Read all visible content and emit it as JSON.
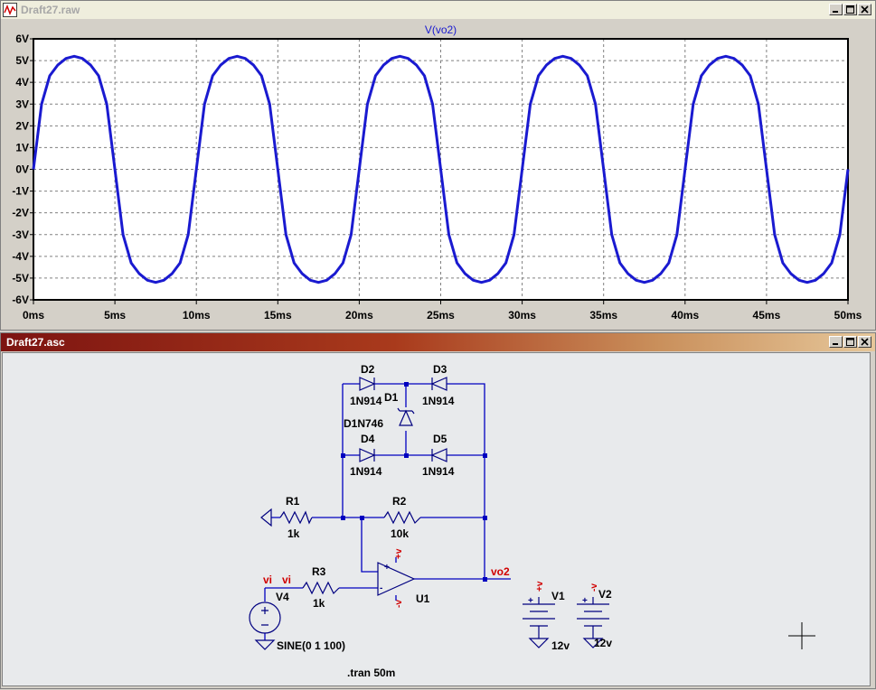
{
  "plot_window": {
    "title": "Draft27.raw",
    "trace_label": "V(vo2)"
  },
  "schematic_window": {
    "title": "Draft27.asc"
  },
  "colors": {
    "trace": "#1a1ad0",
    "wire": "#0000c0",
    "net_label": "#d00000",
    "component": "#000080"
  },
  "chart_data": {
    "type": "line",
    "title": "V(vo2)",
    "x_ticks": [
      "0ms",
      "5ms",
      "10ms",
      "15ms",
      "20ms",
      "25ms",
      "30ms",
      "35ms",
      "40ms",
      "45ms",
      "50ms"
    ],
    "y_ticks": [
      "6V",
      "5V",
      "4V",
      "3V",
      "2V",
      "1V",
      "0V",
      "-1V",
      "-2V",
      "-3V",
      "-4V",
      "-5V",
      "-6V"
    ],
    "xlim": [
      0,
      50
    ],
    "ylim": [
      -6,
      6
    ],
    "grid": true,
    "series": [
      {
        "x": [
          0,
          0.5,
          1,
          1.5,
          2,
          2.5,
          3,
          3.5,
          4,
          4.5,
          5,
          5.5,
          6,
          6.5,
          7,
          7.5,
          8,
          8.5,
          9,
          9.5,
          10,
          10.5,
          11,
          11.5,
          12,
          12.5,
          13,
          13.5,
          14,
          14.5,
          15,
          15.5,
          16,
          16.5,
          17,
          17.5,
          18,
          18.5,
          19,
          19.5,
          20,
          20.5,
          21,
          21.5,
          22,
          22.5,
          23,
          23.5,
          24,
          24.5,
          25,
          25.5,
          26,
          26.5,
          27,
          27.5,
          28,
          28.5,
          29,
          29.5,
          30,
          30.5,
          31,
          31.5,
          32,
          32.5,
          33,
          33.5,
          34,
          34.5,
          35,
          35.5,
          36,
          36.5,
          37,
          37.5,
          38,
          38.5,
          39,
          39.5,
          40,
          40.5,
          41,
          41.5,
          42,
          42.5,
          43,
          43.5,
          44,
          44.5,
          45,
          45.5,
          46,
          46.5,
          47,
          47.5,
          48,
          48.5,
          49,
          49.5,
          50
        ],
        "values": [
          0,
          3.0,
          4.3,
          4.8,
          5.1,
          5.2,
          5.1,
          4.8,
          4.3,
          3.0,
          0,
          -3.0,
          -4.3,
          -4.8,
          -5.1,
          -5.2,
          -5.1,
          -4.8,
          -4.3,
          -3.0,
          0,
          3.0,
          4.3,
          4.8,
          5.1,
          5.2,
          5.1,
          4.8,
          4.3,
          3.0,
          0,
          -3.0,
          -4.3,
          -4.8,
          -5.1,
          -5.2,
          -5.1,
          -4.8,
          -4.3,
          -3.0,
          0,
          3.0,
          4.3,
          4.8,
          5.1,
          5.2,
          5.1,
          4.8,
          4.3,
          3.0,
          0,
          -3.0,
          -4.3,
          -4.8,
          -5.1,
          -5.2,
          -5.1,
          -4.8,
          -4.3,
          -3.0,
          0,
          3.0,
          4.3,
          4.8,
          5.1,
          5.2,
          5.1,
          4.8,
          4.3,
          3.0,
          0,
          -3.0,
          -4.3,
          -4.8,
          -5.1,
          -5.2,
          -5.1,
          -4.8,
          -4.3,
          -3.0,
          0,
          3.0,
          4.3,
          4.8,
          5.1,
          5.2,
          5.1,
          4.8,
          4.3,
          3.0,
          0,
          -3.0,
          -4.3,
          -4.8,
          -5.1,
          -5.2,
          -5.1,
          -4.8,
          -4.3,
          -3.0,
          0
        ]
      }
    ]
  },
  "schematic": {
    "labels": {
      "d2": "D2",
      "d2_model": "1N914",
      "d3": "D3",
      "d3_model": "1N914",
      "d1": "D1",
      "d1_model": "D1N746",
      "d4": "D4",
      "d4_model": "1N914",
      "d5": "D5",
      "d5_model": "1N914",
      "r1": "R1",
      "r1_value": "1k",
      "r2": "R2",
      "r2_value": "10k",
      "r3": "R3",
      "r3_value": "1k",
      "u1": "U1",
      "v4": "V4",
      "v4_value": "SINE(0 1 100)",
      "v1": "V1",
      "v1_value": "12v",
      "v2": "V2",
      "v2_value": "12v",
      "net_vi_a": "vi",
      "net_vi_b": "vi",
      "net_vo2": "vo2",
      "pin_pos": "+v",
      "pin_neg": "-v",
      "tran": ".tran 50m",
      "plus": "+",
      "minus": "-"
    }
  }
}
